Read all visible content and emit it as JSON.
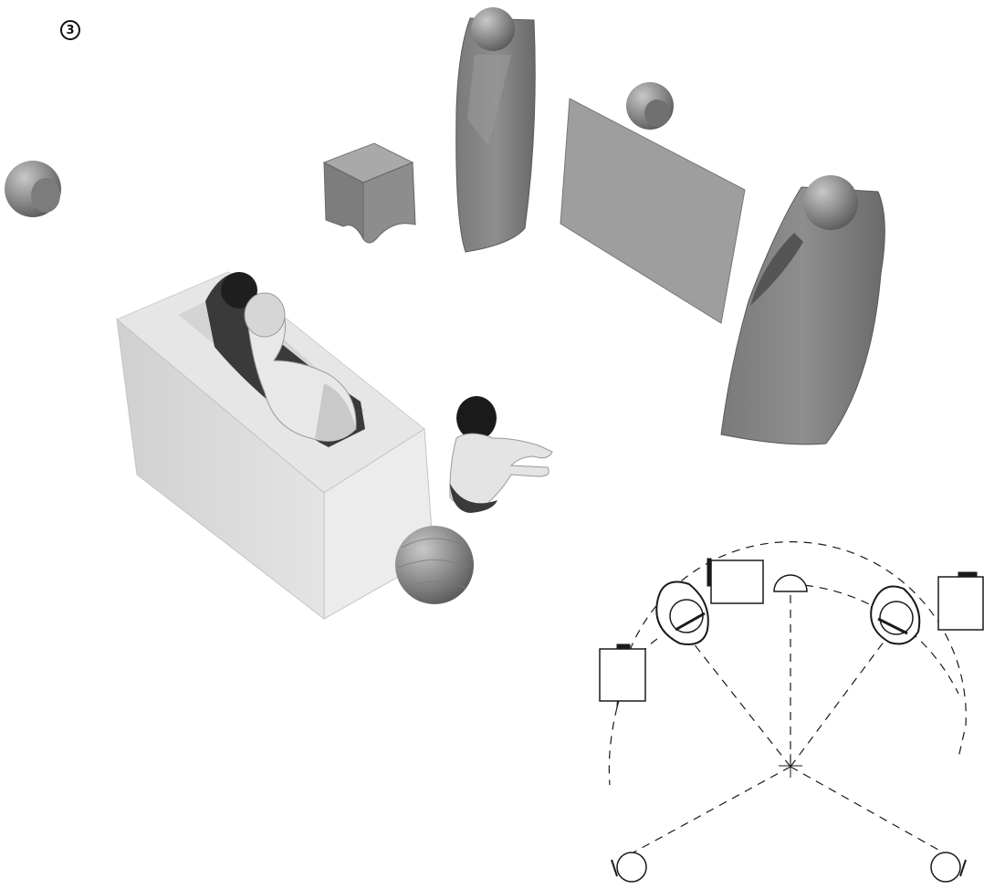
{
  "step_number": "3",
  "colors": {
    "background": "#ffffff",
    "speaker_dark": "#6e6e6e",
    "speaker_mid": "#8a8a8a",
    "speaker_light": "#b4b4b4",
    "screen": "#9a9a9a",
    "sofa": "#dedede",
    "line": "#1a1a1a"
  },
  "scene": {
    "speakers": [
      "front-left-tower",
      "front-right-tower",
      "center-sphere",
      "surround-left-sphere",
      "surround-right-sphere"
    ],
    "subwoofer": "subwoofer-cube",
    "screen": "projection-screen",
    "listeners": 3
  }
}
